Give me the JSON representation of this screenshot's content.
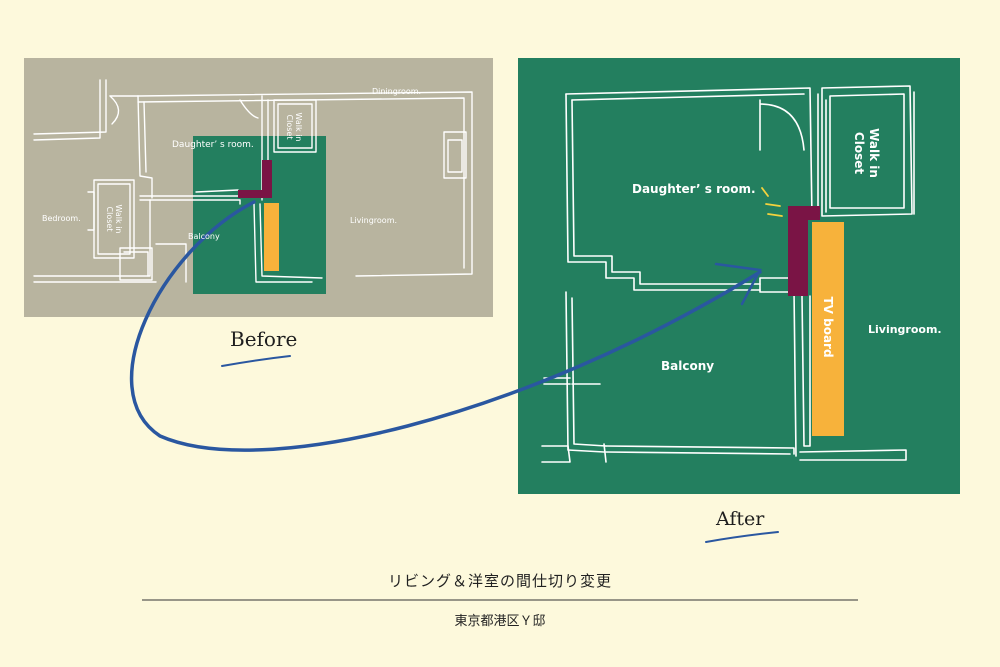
{
  "colors": {
    "background": "#fdf9dc",
    "before_panel": "#b8b49f",
    "green": "#237f5f",
    "wall_purple": "#7a1445",
    "tv_orange": "#f7b23b",
    "arrow_blue": "#2a57a0",
    "sparkle_yellow": "#f4d23e"
  },
  "before": {
    "caption": "Before",
    "labels": {
      "diningroom": "Diningroom.",
      "daughters_room": "Daughter’ s room.",
      "walk_in_closet_top": "Walk in\nCloset",
      "bedroom": "Bedroom.",
      "walk_in_closet_left": "Walk in\nCloset",
      "balcony": "Balcony",
      "livingroom": "Livingroom."
    }
  },
  "after": {
    "caption": "After",
    "labels": {
      "daughters_room": "Daughter’ s room.",
      "walk_in_closet": "Walk in\nCloset",
      "balcony": "Balcony",
      "tv_board": "TV board",
      "livingroom": "Livingroom."
    }
  },
  "footer": {
    "title": "リビング＆洋室の間仕切り変更",
    "subtitle": "東京都港区Ｙ邸"
  }
}
